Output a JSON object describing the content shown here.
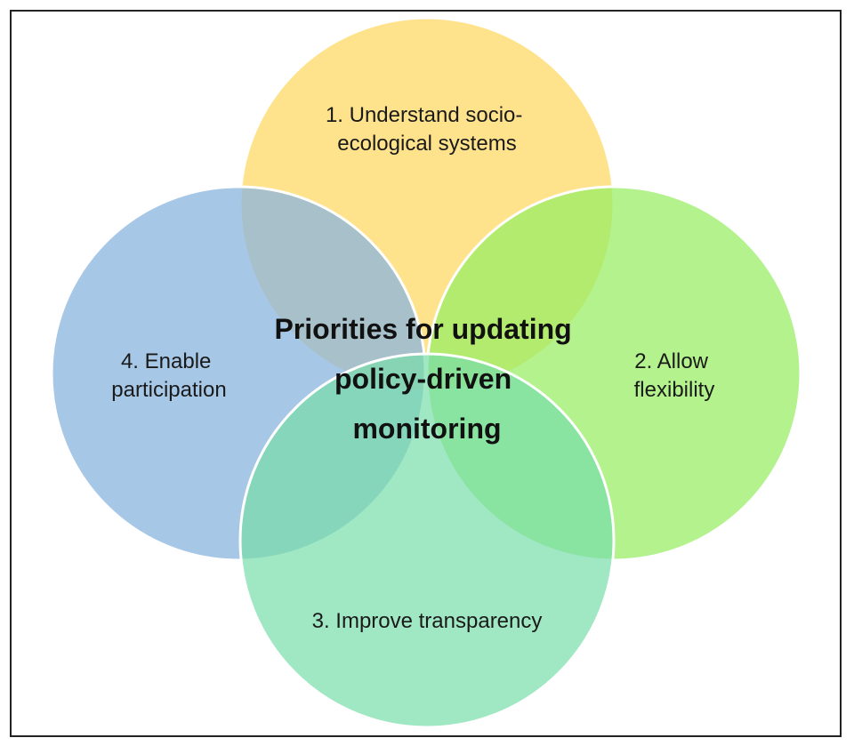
{
  "diagram": {
    "center_title_lines": [
      "Priorities for updating",
      "policy-driven",
      "monitoring"
    ],
    "circles": [
      {
        "id": "top",
        "label_lines": [
          "1. Understand socio-",
          "ecological systems"
        ],
        "color": "#ffd966"
      },
      {
        "id": "right",
        "label_lines": [
          "2. Allow",
          "flexibility"
        ],
        "color": "#99ee66"
      },
      {
        "id": "bottom",
        "label_lines": [
          "3. Improve transparency"
        ],
        "color": "#77ddaa"
      },
      {
        "id": "left",
        "label_lines": [
          "4. Enable",
          "participation"
        ],
        "color": "#8ab4de"
      }
    ],
    "circle_outline_color": "#ffffff"
  }
}
